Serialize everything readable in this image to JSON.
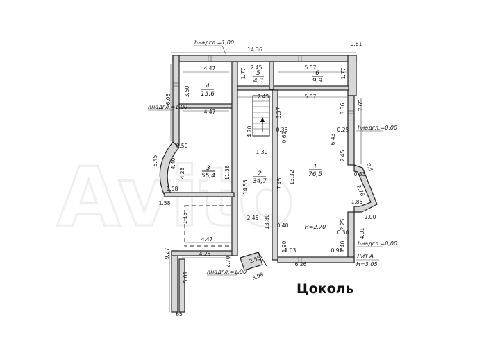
{
  "plan": {
    "floor_name": "Цоколь",
    "liter": "Лит А",
    "floor_height": "H=3,05",
    "room_height": "H=2,70",
    "watermark": "Avito",
    "rooms": [
      {
        "num": "1",
        "area": "76,5"
      },
      {
        "num": "2",
        "area": "34,7"
      },
      {
        "num": "3",
        "area": "55,4"
      },
      {
        "num": "4",
        "area": "15,6"
      },
      {
        "num": "5",
        "area": "4,3"
      },
      {
        "num": "6",
        "area": "9,9"
      }
    ],
    "ground_marks": [
      "hнадгл.=1,00",
      "hнадгл.=1,00",
      "hнадгл.=0,00",
      "hнадгл.=0,00",
      "hнадгл.=1,00"
    ],
    "dims": {
      "top_total": "14.36",
      "top_right": "0.61",
      "r4_w": "4.47",
      "r4_h": "3.50",
      "r4_w_b": "4.47",
      "r5_w": "2.45",
      "r5_h": "1.77",
      "r6_w": "5.57",
      "r6_h": "1.77",
      "r1_w_top": "5.57",
      "stair_w": "2.45",
      "r1_lh": "3.37",
      "r1_0_35": "0.35",
      "r1_0_62": "0.62",
      "r1_mid": "6.43",
      "r1_0_25": "0.25",
      "r1_3_36": "3.36",
      "r1_2_45": "2.45",
      "r1_7_65": "7.65",
      "left_6_05": "6.05",
      "left_6_45": "6.45",
      "r3_0_50": "0.50",
      "r3_4_40": "4.40",
      "r3_4_28": "4.28",
      "r3_1_58": "1.58",
      "r3_1_58b": "1.58",
      "r3_11_38": "11.38",
      "r3_14_55": "14.55",
      "r2_4_70": "4.70",
      "r2_1_30": "1.30",
      "r2_7_45": "7.45",
      "r2_13_32": "13.32",
      "r2_2_45": "2.45",
      "r2_13_80": "13.80",
      "bay_0_83": "0.83",
      "bay_0_5": "0,5",
      "bay_2_76": "2.76",
      "bay_1_85": "1.85",
      "bay_2_00": "2.00",
      "r1_4_01": "4.01",
      "r1_2_25": "2.25",
      "r1_0_30": "0.30",
      "r1_1_40": "1.40",
      "r1_0_98": "0.98",
      "r1_0_40": "0.40",
      "r1_1_90": "1.90",
      "r1_1_03": "1.03",
      "r1_6_26": "6.26",
      "sub_1_15": "1.15",
      "sub_4_47": "4.47",
      "sub_4_25": "4.25",
      "sub_9_27": "9.27",
      "sub_5_01": "5.01",
      "sub_2_70": "2.70",
      "sub_2_55": "2.55",
      "sub_3_98": "3.98",
      "bottom_65": "65"
    }
  }
}
